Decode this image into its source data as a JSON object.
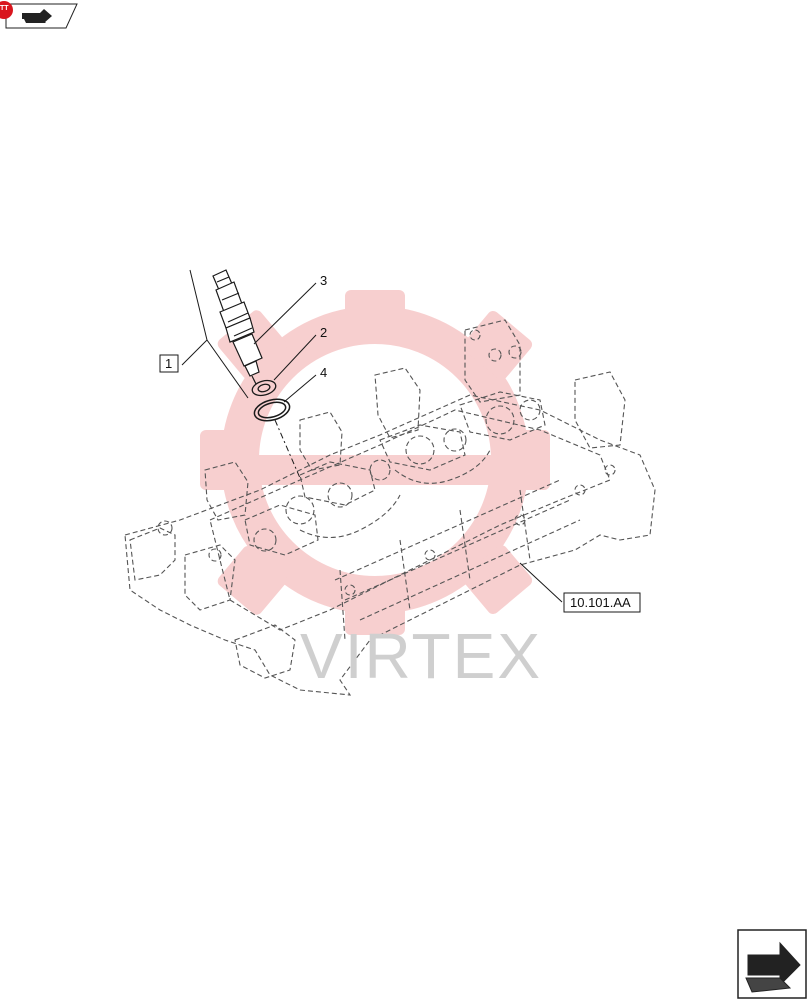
{
  "diagram": {
    "callouts": [
      {
        "id": "c1",
        "label": "1"
      },
      {
        "id": "c2",
        "label": "2"
      },
      {
        "id": "c3",
        "label": "3"
      },
      {
        "id": "c4",
        "label": "4"
      }
    ],
    "reference_box": "10.101.AA",
    "watermark_text": "VIRTEX",
    "corner_tag": "TT"
  },
  "colors": {
    "line": "#1a1a1a",
    "dashed_part": "#555555",
    "watermark_red": "#f2a8a8",
    "watermark_gray": "#cfcfcf",
    "tag_red": "#d9161e"
  },
  "icons": {
    "top_left": "nav-back-icon",
    "bottom_right": "nav-next-icon"
  }
}
